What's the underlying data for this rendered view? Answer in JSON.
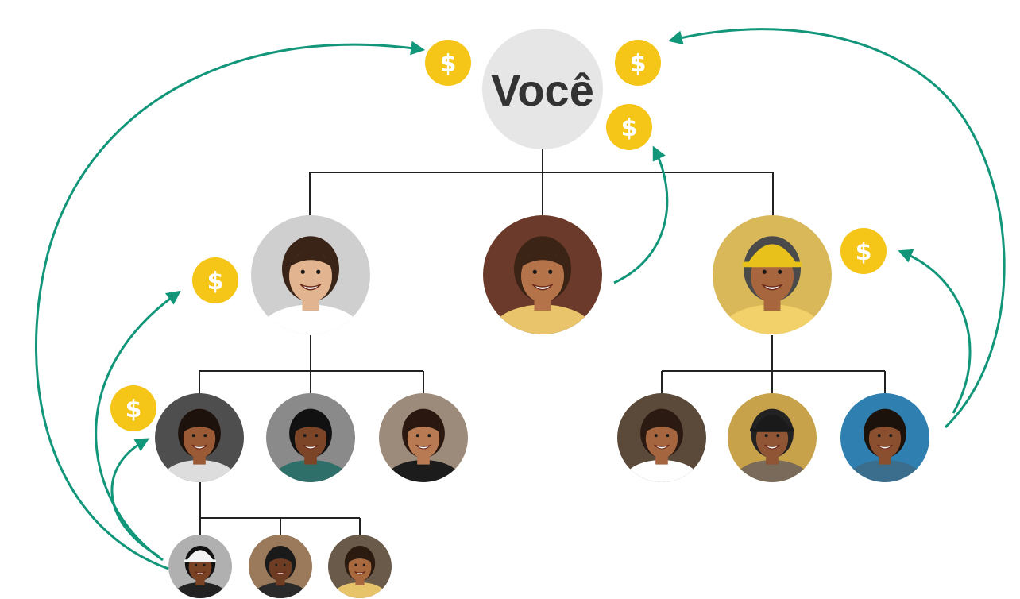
{
  "root": {
    "label": "Você"
  },
  "coin": {
    "symbol": "$"
  },
  "colors": {
    "coin": "#F5C518",
    "arrow": "#12967A",
    "root_circle": "#E6E6E6",
    "line": "#222222"
  },
  "people": [
    {
      "id": "p1",
      "skin": "#E2B48F",
      "hair": "#3A2418",
      "shirt": "#FFFFFF",
      "bg": "#CFCFCF"
    },
    {
      "id": "p2",
      "skin": "#B5734A",
      "hair": "#3B2415",
      "shirt": "#E9C46A",
      "bg": "#6B3A2A"
    },
    {
      "id": "p3",
      "skin": "#A8663F",
      "hair": "#4A4A4A",
      "shirt": "#F2D16B",
      "bg": "#D9B85A",
      "cap": "#E8C21A"
    },
    {
      "id": "p4",
      "skin": "#9A5A36",
      "hair": "#1E120C",
      "shirt": "#DDDDDD",
      "bg": "#4E4E4E"
    },
    {
      "id": "p5",
      "skin": "#7C4528",
      "hair": "#111111",
      "shirt": "#2E6F6A",
      "bg": "#8A8A8A"
    },
    {
      "id": "p6",
      "skin": "#B77A52",
      "hair": "#2A1810",
      "shirt": "#1C1C1C",
      "bg": "#9C8A7A"
    },
    {
      "id": "p7",
      "skin": "#A4653F",
      "hair": "#2B1A12",
      "shirt": "#FFFFFF",
      "bg": "#5B4A3A"
    },
    {
      "id": "p8",
      "skin": "#8F5535",
      "hair": "#222222",
      "shirt": "#7A6A5A",
      "bg": "#C8A24A",
      "cap": "#1A1A1A"
    },
    {
      "id": "p9",
      "skin": "#8A4F2E",
      "hair": "#1C120C",
      "shirt": "#3A6E8C",
      "bg": "#2F7FB0"
    },
    {
      "id": "p10",
      "skin": "#7A4224",
      "hair": "#111111",
      "shirt": "#222222",
      "bg": "#B0B0B0",
      "cap": "#F2F2F2"
    },
    {
      "id": "p11",
      "skin": "#6E3C22",
      "hair": "#1A1A1A",
      "shirt": "#2A2A2A",
      "bg": "#9A7A5A"
    },
    {
      "id": "p12",
      "skin": "#A8693F",
      "hair": "#2B1A10",
      "shirt": "#E7C36A",
      "bg": "#6A5A4A"
    }
  ]
}
